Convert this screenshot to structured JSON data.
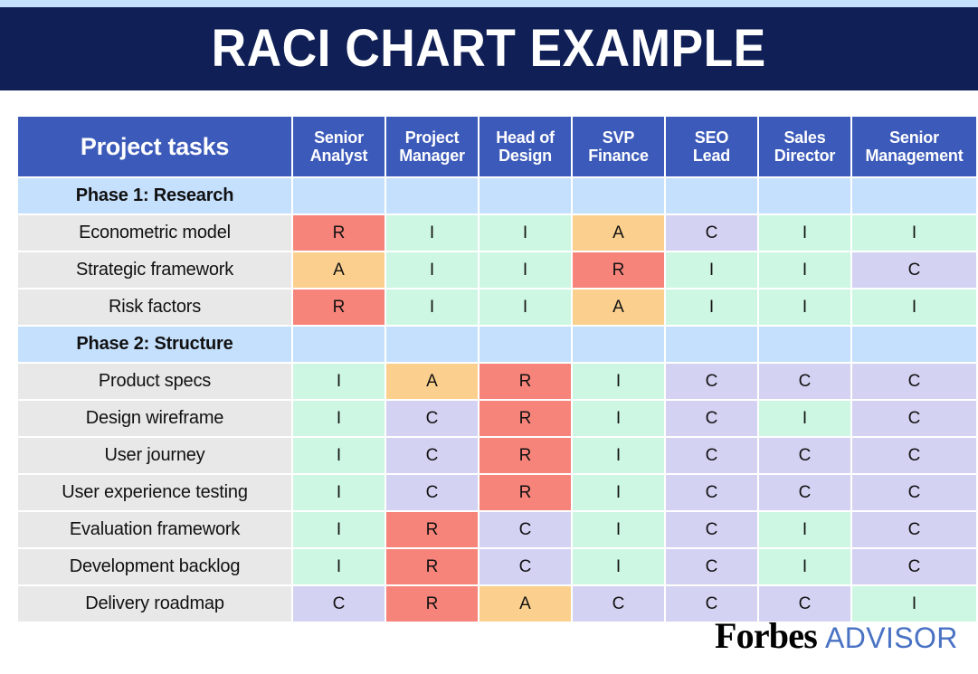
{
  "title": "RACI CHART EXAMPLE",
  "colors": {
    "banner": "#102056",
    "top_strip": "#c5e0fd",
    "header_blue": "#3c5ab9",
    "phase_blue": "#c5e0fd",
    "task_gray": "#e8e8e8",
    "R": "#f6847a",
    "A": "#fbd08f",
    "C": "#d3d2f2",
    "I": "#cdf7e2",
    "logo_advisor_blue": "#4a72c4"
  },
  "footer": {
    "brand": "Forbes",
    "product": "ADVISOR"
  },
  "chart_data": {
    "type": "table",
    "title": "RACI CHART EXAMPLE",
    "xlabel": "",
    "ylabel": "",
    "legend": [
      "R",
      "A",
      "C",
      "I"
    ],
    "columns": [
      "Project tasks",
      "Senior Analyst",
      "Project Manager",
      "Head of Design",
      "SVP Finance",
      "SEO Lead",
      "Sales Director",
      "Senior Management"
    ],
    "column_lines": [
      [
        "Project tasks"
      ],
      [
        "Senior",
        "Analyst"
      ],
      [
        "Project",
        "Manager"
      ],
      [
        "Head of",
        "Design"
      ],
      [
        "SVP",
        "Finance"
      ],
      [
        "SEO",
        "Lead"
      ],
      [
        "Sales",
        "Director"
      ],
      [
        "Senior",
        "Management"
      ]
    ],
    "rows": [
      {
        "type": "phase",
        "task": "Phase 1: Research",
        "values": [
          "",
          "",
          "",
          "",
          "",
          "",
          ""
        ]
      },
      {
        "type": "task",
        "task": "Econometric model",
        "values": [
          "R",
          "I",
          "I",
          "A",
          "C",
          "I",
          "I"
        ]
      },
      {
        "type": "task",
        "task": "Strategic framework",
        "values": [
          "A",
          "I",
          "I",
          "R",
          "I",
          "I",
          "C"
        ]
      },
      {
        "type": "task",
        "task": "Risk factors",
        "values": [
          "R",
          "I",
          "I",
          "A",
          "I",
          "I",
          "I"
        ]
      },
      {
        "type": "phase",
        "task": "Phase 2: Structure",
        "values": [
          "",
          "",
          "",
          "",
          "",
          "",
          ""
        ]
      },
      {
        "type": "task",
        "task": "Product specs",
        "values": [
          "I",
          "A",
          "R",
          "I",
          "C",
          "C",
          "C"
        ]
      },
      {
        "type": "task",
        "task": "Design wireframe",
        "values": [
          "I",
          "C",
          "R",
          "I",
          "C",
          "I",
          "C"
        ]
      },
      {
        "type": "task",
        "task": "User journey",
        "values": [
          "I",
          "C",
          "R",
          "I",
          "C",
          "C",
          "C"
        ]
      },
      {
        "type": "task",
        "task": "User experience testing",
        "values": [
          "I",
          "C",
          "R",
          "I",
          "C",
          "C",
          "C"
        ]
      },
      {
        "type": "task",
        "task": "Evaluation framework",
        "values": [
          "I",
          "R",
          "C",
          "I",
          "C",
          "I",
          "C"
        ]
      },
      {
        "type": "task",
        "task": "Development backlog",
        "values": [
          "I",
          "R",
          "C",
          "I",
          "C",
          "I",
          "C"
        ]
      },
      {
        "type": "task",
        "task": "Delivery roadmap",
        "values": [
          "C",
          "R",
          "A",
          "C",
          "C",
          "C",
          "I"
        ]
      }
    ]
  }
}
